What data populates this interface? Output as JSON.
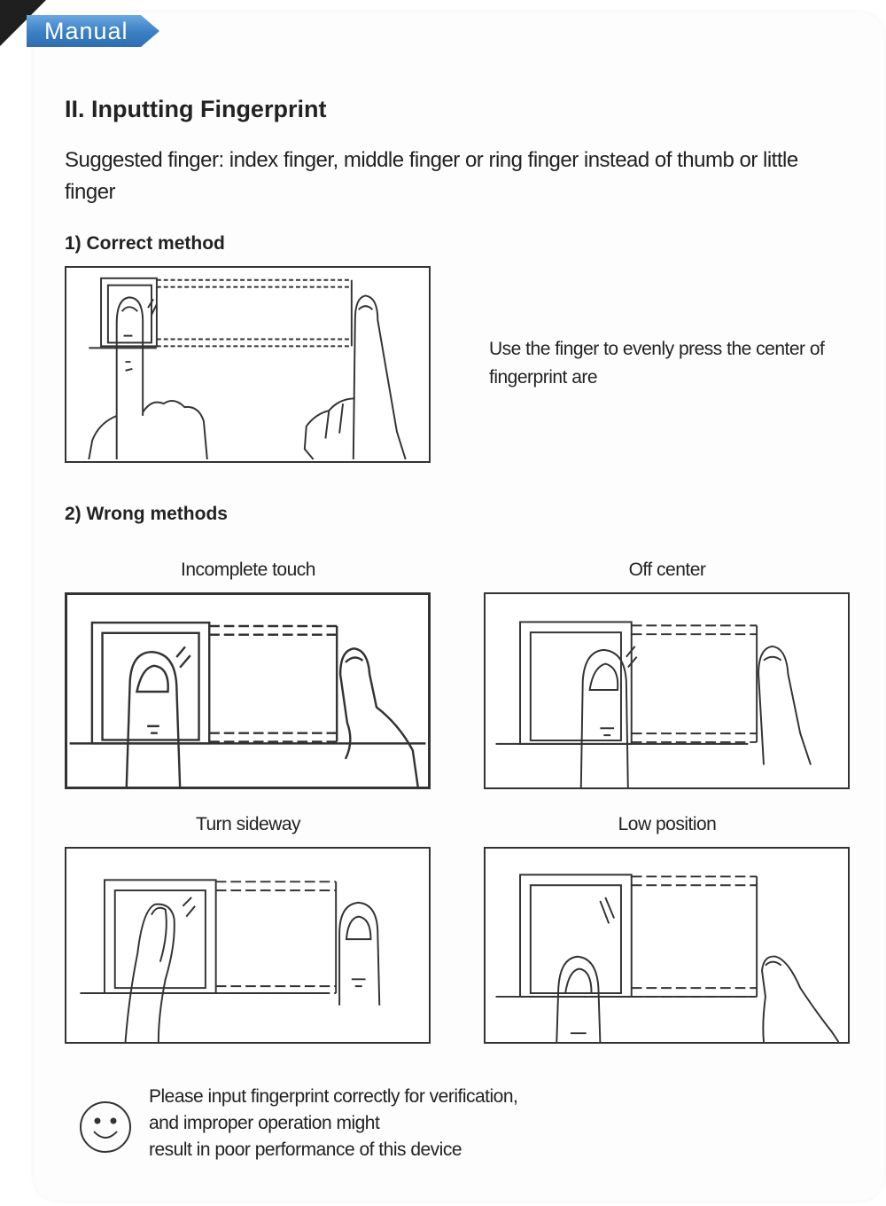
{
  "header": {
    "tab_label": "Manual"
  },
  "section": {
    "title": "II. Inputting Fingerprint",
    "intro": "Suggested finger: index finger, middle finger or ring finger instead of thumb or little finger"
  },
  "correct": {
    "heading": "1) Correct method",
    "description": "Use the finger to evenly press the center of fingerprint are"
  },
  "wrong": {
    "heading": "2) Wrong methods",
    "items": [
      {
        "label": "Incomplete touch"
      },
      {
        "label": "Off center"
      },
      {
        "label": "Turn sideway"
      },
      {
        "label": "Low position"
      }
    ]
  },
  "notice": {
    "lines": [
      "Please input fingerprint correctly for verification,",
      "and improper operation might",
      "result in poor performance of this device"
    ]
  },
  "colors": {
    "tab_blue": "#3b7fc4",
    "line": "#333333"
  }
}
